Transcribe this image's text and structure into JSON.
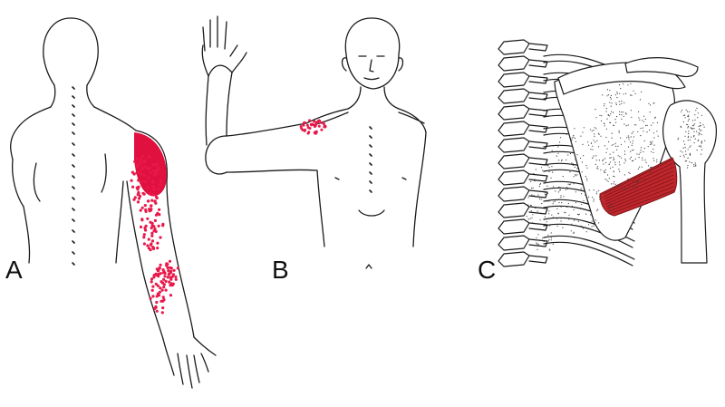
{
  "panels": [
    {
      "label": "A",
      "view": "posterior",
      "highlight": "pain-referral-pattern"
    },
    {
      "label": "B",
      "view": "anterior",
      "highlight": "pain-referral-pattern"
    },
    {
      "label": "C",
      "view": "skeletal-posterior",
      "highlight": "muscle"
    }
  ],
  "colors": {
    "line": "#1a1a1a",
    "pain_dots": "#e8194a",
    "pain_solid": "#e0103f",
    "muscle": "#c0272d",
    "muscle_dark": "#7d1518",
    "bone_fill": "#ffffff",
    "stipple": "#3a3a3a"
  }
}
